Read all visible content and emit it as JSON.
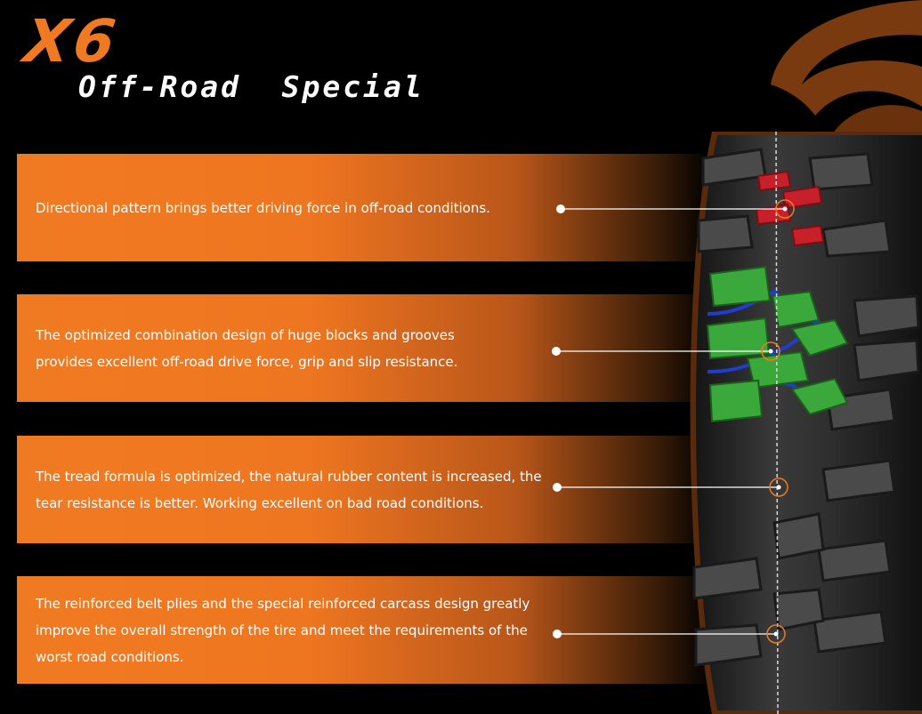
{
  "header": {
    "model": "X6",
    "subtitle": "Off-Road  Special"
  },
  "features": [
    {
      "text": "Directional pattern brings better driving force in off-road conditions."
    },
    {
      "text": "The optimized combination design of huge blocks and grooves provides excellent off-road drive force, grip and slip resistance."
    },
    {
      "text": "The tread formula is optimized, the natural rubber content is increased, the tear resistance is better. Working excellent on bad road conditions."
    },
    {
      "text": "The reinforced belt plies and the special reinforced carcass design greatly improve the overall strength of the tire and meet the requirements of the worst road conditions."
    }
  ],
  "colors": {
    "accent": "#f07a22",
    "background": "#000000",
    "highlight_red": "#c8202a",
    "highlight_green": "#3aa83a",
    "highlight_blue": "#1f3ecf",
    "text": "#ffffff"
  }
}
